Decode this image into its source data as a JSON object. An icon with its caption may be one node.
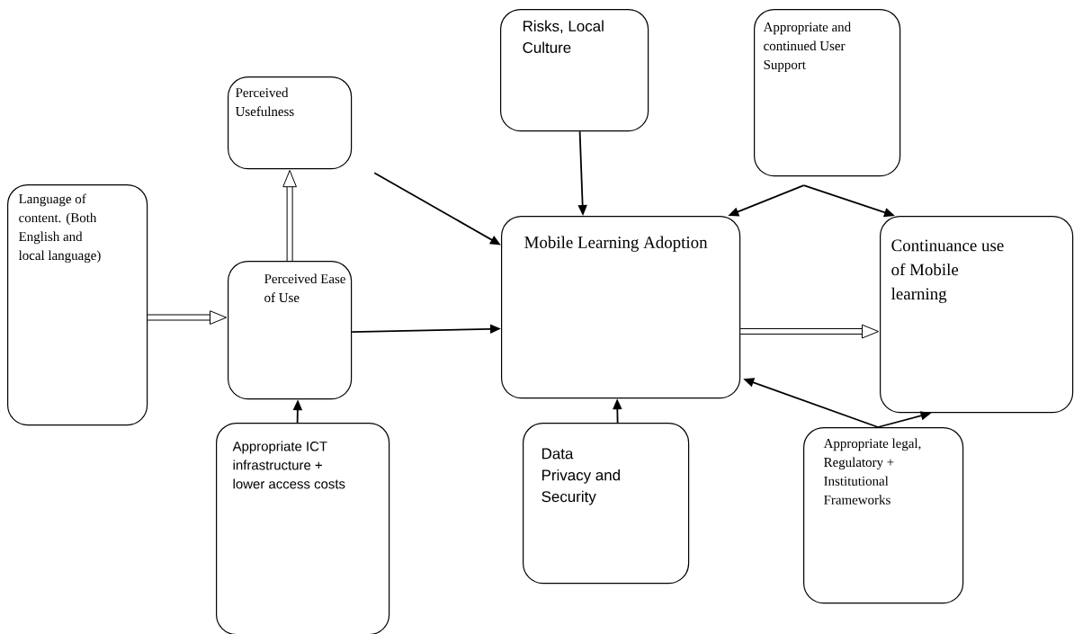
{
  "diagram": {
    "nodes": [
      {
        "text": [
          "Language of content. (Both English and local language)"
        ]
      },
      {
        "text": [
          "Perceived Usefulness"
        ]
      },
      {
        "text": [
          "Perceived Ease of Use"
        ]
      },
      {
        "text": [
          "Appropriate ICT infrastructure + lower access costs"
        ]
      },
      {
        "text": [
          "Risks, Local Culture"
        ]
      },
      {
        "text": [
          "Appropriate and continued User Support"
        ]
      },
      {
        "text": [
          "Mobile Learning Adoption"
        ]
      },
      {
        "text": [
          "Continuance use of Mobile learning"
        ]
      },
      {
        "text": [
          "Data Privacy and Security"
        ]
      },
      {
        "text": [
          "Appropriate legal, Regulatory + Institutional Frameworks"
        ]
      }
    ],
    "edges": [
      {
        "from": 0,
        "to": 2,
        "arrow": "to",
        "style": "thick"
      },
      {
        "from": 2,
        "to": 1,
        "arrow": "to",
        "style": "thick"
      },
      {
        "from": 1,
        "to": 6,
        "arrow": "to"
      },
      {
        "from": 2,
        "to": 6,
        "arrow": "to"
      },
      {
        "from": 3,
        "to": 2,
        "arrow": "to"
      },
      {
        "from": 4,
        "to": 6,
        "arrow": "to"
      },
      {
        "from": 5,
        "to": 6,
        "arrow": "to"
      },
      {
        "from": 5,
        "to": 7,
        "arrow": "to"
      },
      {
        "from": 6,
        "to": 7,
        "arrow": "to",
        "style": "thick"
      },
      {
        "from": 8,
        "to": 6,
        "arrow": "to"
      },
      {
        "from": 9,
        "to": 6,
        "arrow": "to"
      },
      {
        "from": 9,
        "to": 7,
        "arrow": "to"
      }
    ]
  }
}
